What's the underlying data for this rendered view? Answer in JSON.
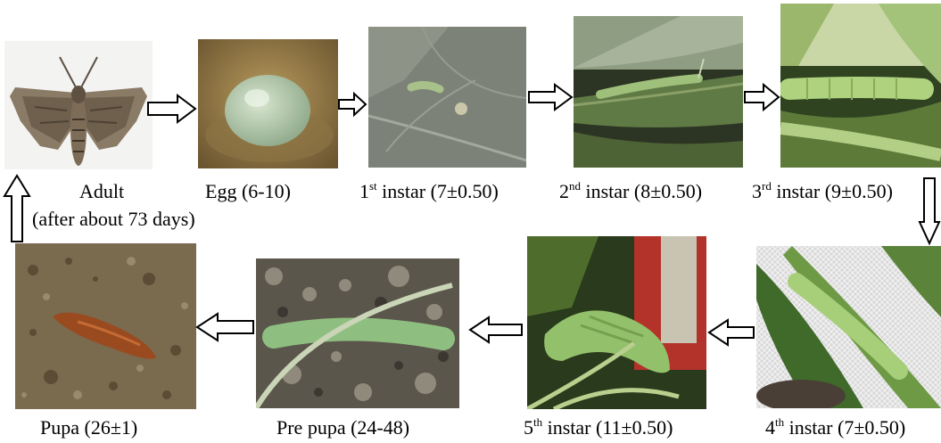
{
  "stages": {
    "adult": {
      "name": "Adult",
      "note": "(after about 73 days)"
    },
    "egg": {
      "name": "Egg",
      "duration": "(6-10)"
    },
    "instar1": {
      "ordinal": "1",
      "suffix": "st",
      "name": "instar",
      "duration": "(7±0.50)"
    },
    "instar2": {
      "ordinal": "2",
      "suffix": "nd",
      "name": "instar",
      "duration": "(8±0.50)"
    },
    "instar3": {
      "ordinal": "3",
      "suffix": "rd",
      "name": "instar",
      "duration": "(9±0.50)"
    },
    "instar4": {
      "ordinal": "4",
      "suffix": "th",
      "name": "instar",
      "duration": "(7±0.50)"
    },
    "instar5": {
      "ordinal": "5",
      "suffix": "th",
      "name": "instar",
      "duration": "(11±0.50)"
    },
    "prepupa": {
      "name": "Pre pupa",
      "duration": "(24-48)"
    },
    "pupa": {
      "name": "Pupa",
      "duration": "(26±1)"
    }
  },
  "colors": {
    "arrow_stroke": "#000000",
    "arrow_fill": "#ffffff",
    "leaf_green": "#6f8f3c",
    "soil_brown": "#7a6a4e"
  }
}
